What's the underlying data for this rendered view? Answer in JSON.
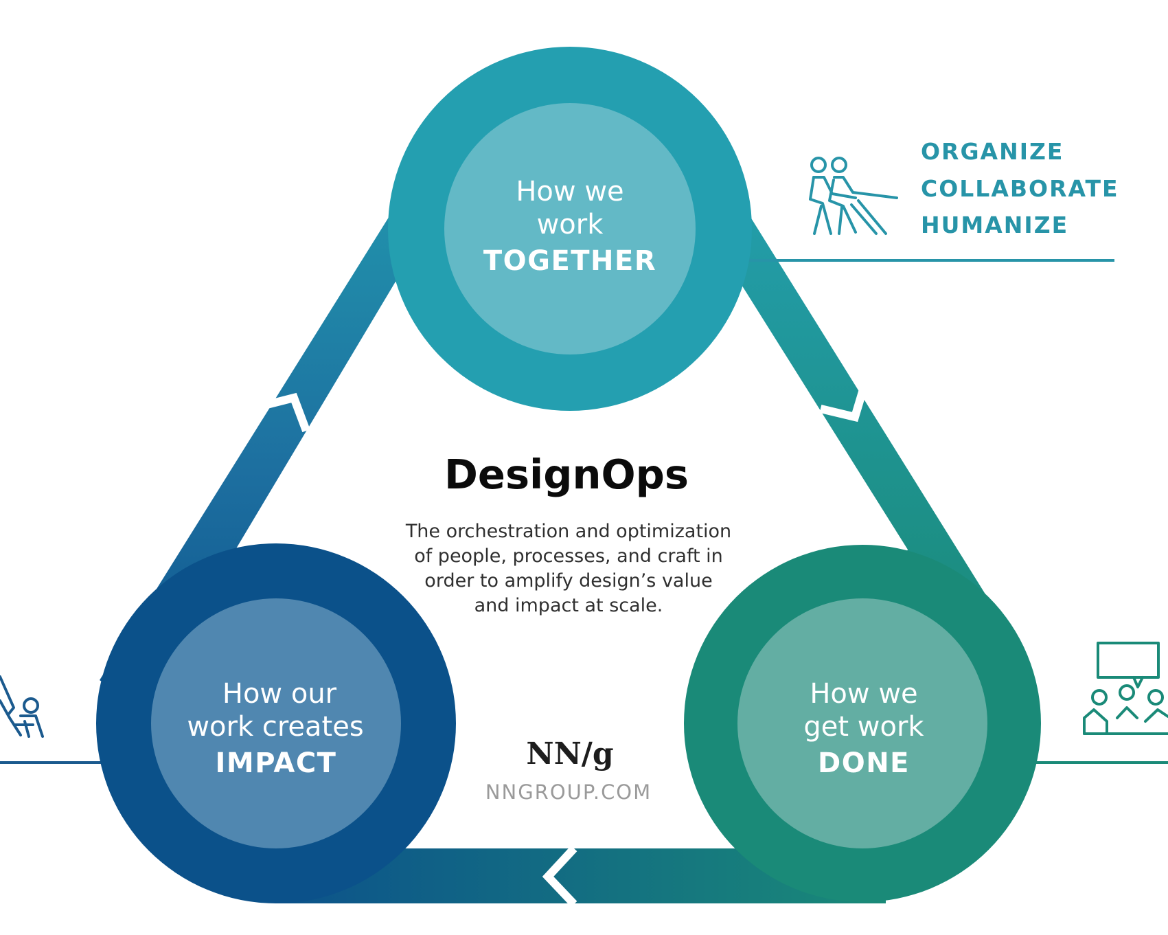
{
  "diagram": {
    "center": {
      "title": "DesignOps",
      "description": [
        "The orchestration and optimization",
        "of people, processes, and craft in",
        "order to amplify design’s value",
        "and impact at scale."
      ]
    },
    "nodes": {
      "together": {
        "lines": [
          "How we",
          "work"
        ],
        "emphasis": "TOGETHER",
        "color": "#249fb0",
        "inner_color": "#63b9c6"
      },
      "impact": {
        "lines": [
          "How our",
          "work creates"
        ],
        "emphasis": "IMPACT",
        "color": "#0b518a",
        "inner_color": "#5087b0"
      },
      "done": {
        "lines": [
          "How we",
          "get work"
        ],
        "emphasis": "DONE",
        "color": "#1a8a78",
        "inner_color": "#63aea3"
      }
    },
    "keywords": [
      "ORGANIZE",
      "COLLABORATE",
      "HUMANIZE"
    ],
    "icons": {
      "together": "tug-of-war-team-icon",
      "impact": "person-presenting-icon",
      "done": "team-meeting-icon"
    },
    "brand": {
      "logo": "NN/g",
      "url": "NNGROUP.COM"
    },
    "colors": {
      "accent": "#2794a8",
      "blue": "#0b518a",
      "teal": "#249fb0",
      "green": "#1a8a78"
    }
  }
}
